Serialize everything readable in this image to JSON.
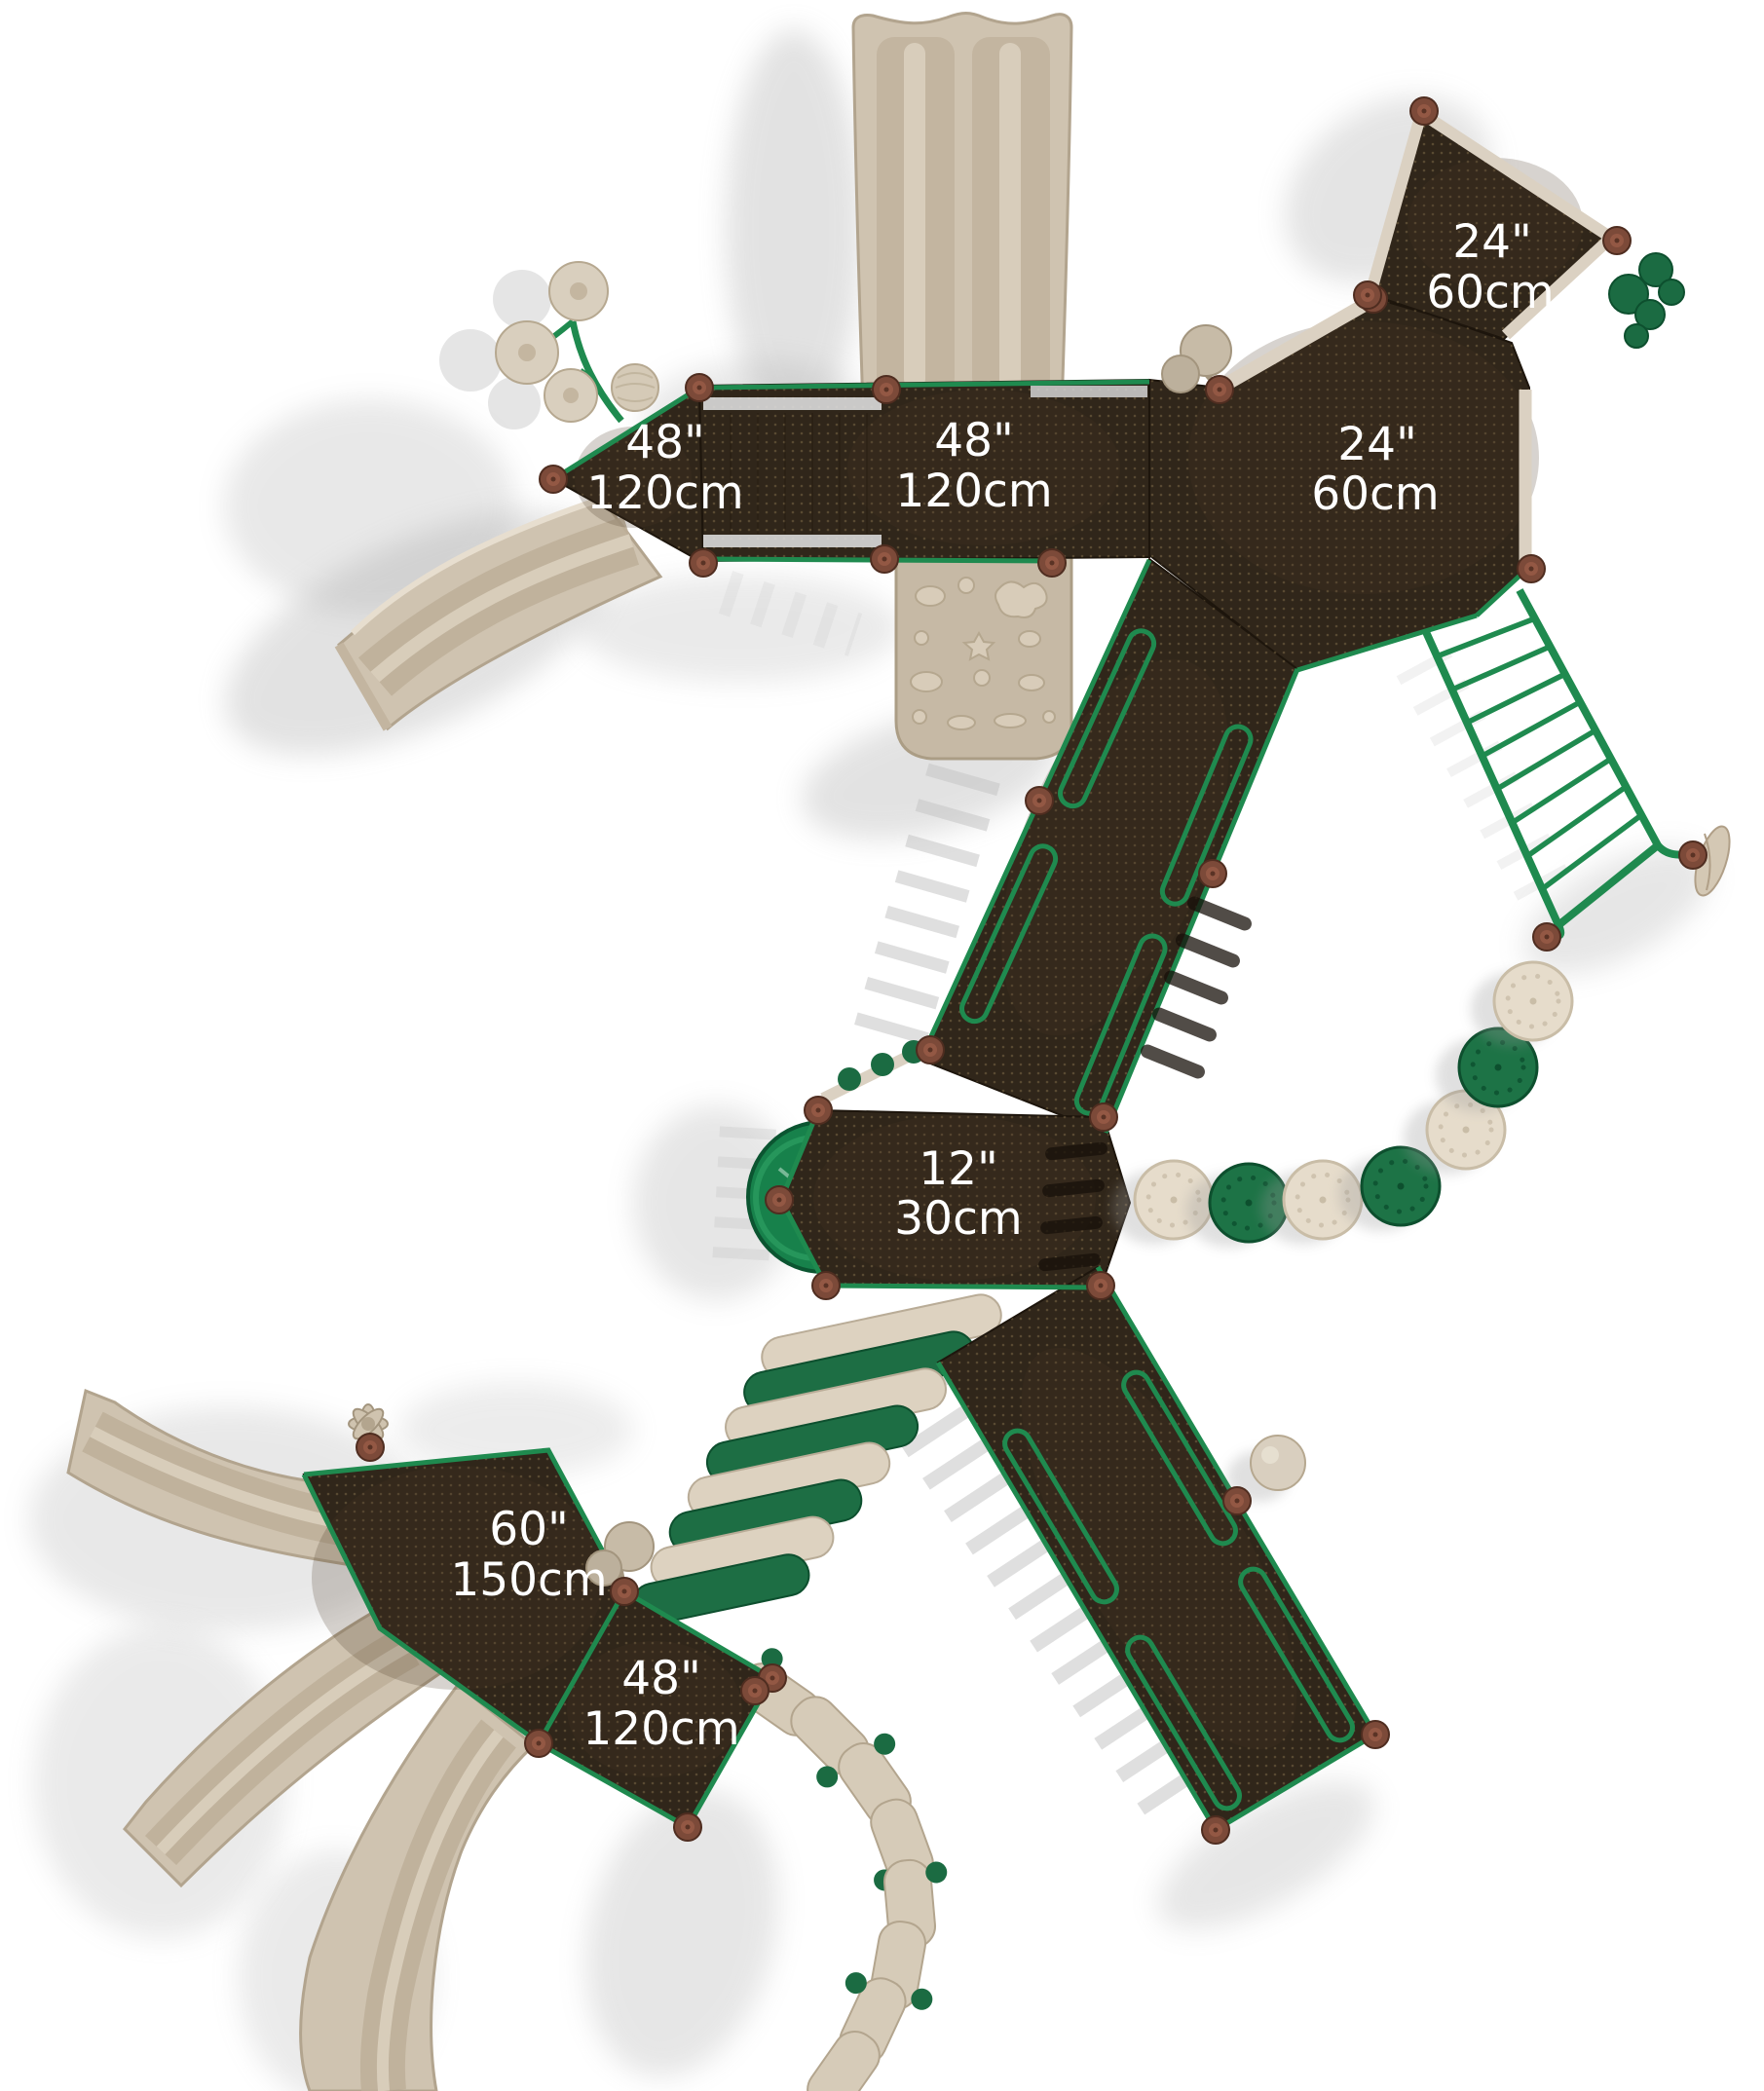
{
  "title": "Playground play-structure top view with deck height callouts",
  "background": "#ffffff",
  "palette": {
    "deck_brown": "#30261a",
    "rail_green": "#1f8a4f",
    "plastic_tan": "#cfc3b0",
    "post_cap_brown": "#7c4a39",
    "pod_green": "#1d7346",
    "pod_tan": "#e6dccb",
    "label_text": "#ffffff"
  },
  "height_labels": [
    {
      "deck": "tower-deck-top-right",
      "inches": "24\"",
      "cm": "60cm"
    },
    {
      "deck": "triangle-deck-left",
      "inches": "48\"",
      "cm": "120cm"
    },
    {
      "deck": "center-deck",
      "inches": "48\"",
      "cm": "120cm"
    },
    {
      "deck": "main-right-deck",
      "inches": "24\"",
      "cm": "60cm"
    },
    {
      "deck": "middle-low-deck",
      "inches": "12\"",
      "cm": "30cm"
    },
    {
      "deck": "lower-left-deck",
      "inches": "60\"",
      "cm": "150cm"
    },
    {
      "deck": "bottom-deck",
      "inches": "48\"",
      "cm": "120cm"
    }
  ]
}
